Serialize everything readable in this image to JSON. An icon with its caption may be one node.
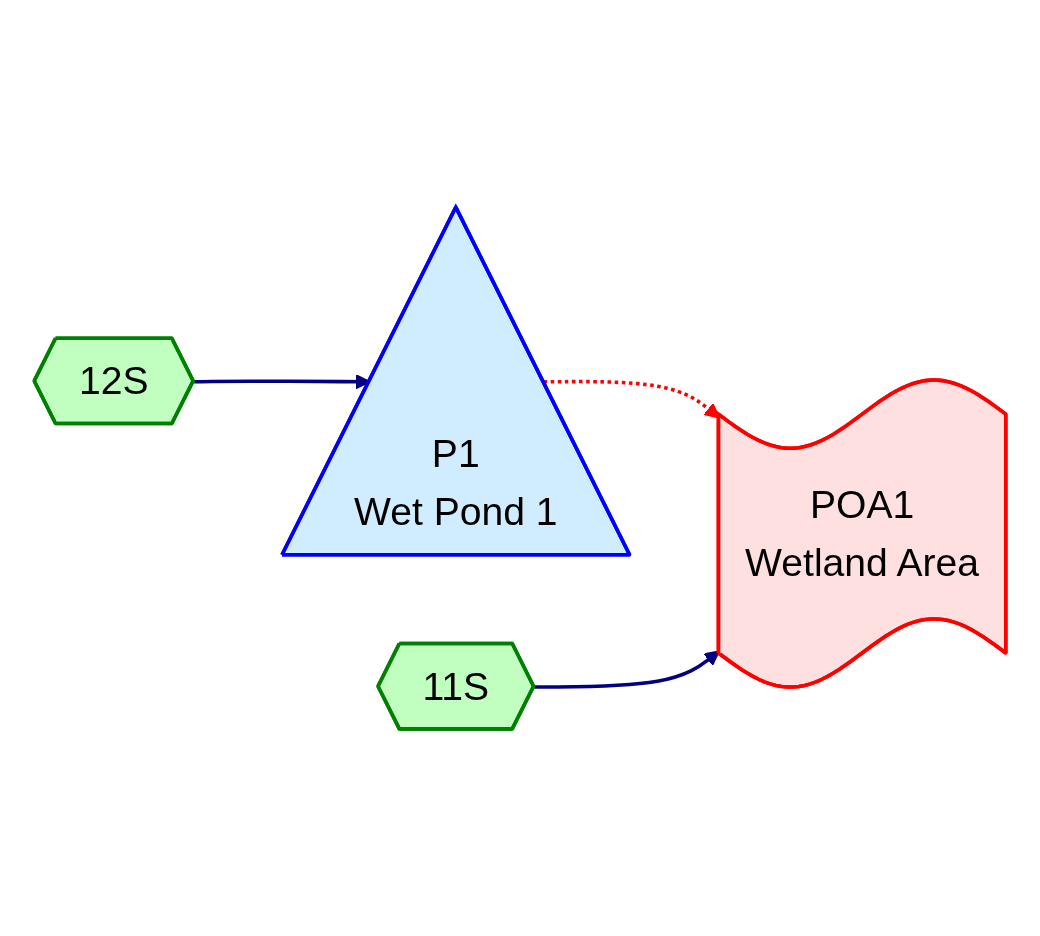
{
  "diagram": {
    "nodes": [
      {
        "text": [
          "P1",
          "Wet Pond 1"
        ]
      },
      {
        "text": [
          "POA1",
          "Wetland Area"
        ]
      },
      {
        "text": [
          "12S"
        ]
      },
      {
        "text": [
          "11S"
        ]
      }
    ],
    "edges": [
      {
        "from": 0,
        "to": 1,
        "arrow": "to",
        "style": "dashed",
        "color": "#ff0000"
      },
      {
        "from": 2,
        "to": 0,
        "arrow": "to"
      },
      {
        "from": 3,
        "to": 1,
        "arrow": "to"
      }
    ]
  }
}
